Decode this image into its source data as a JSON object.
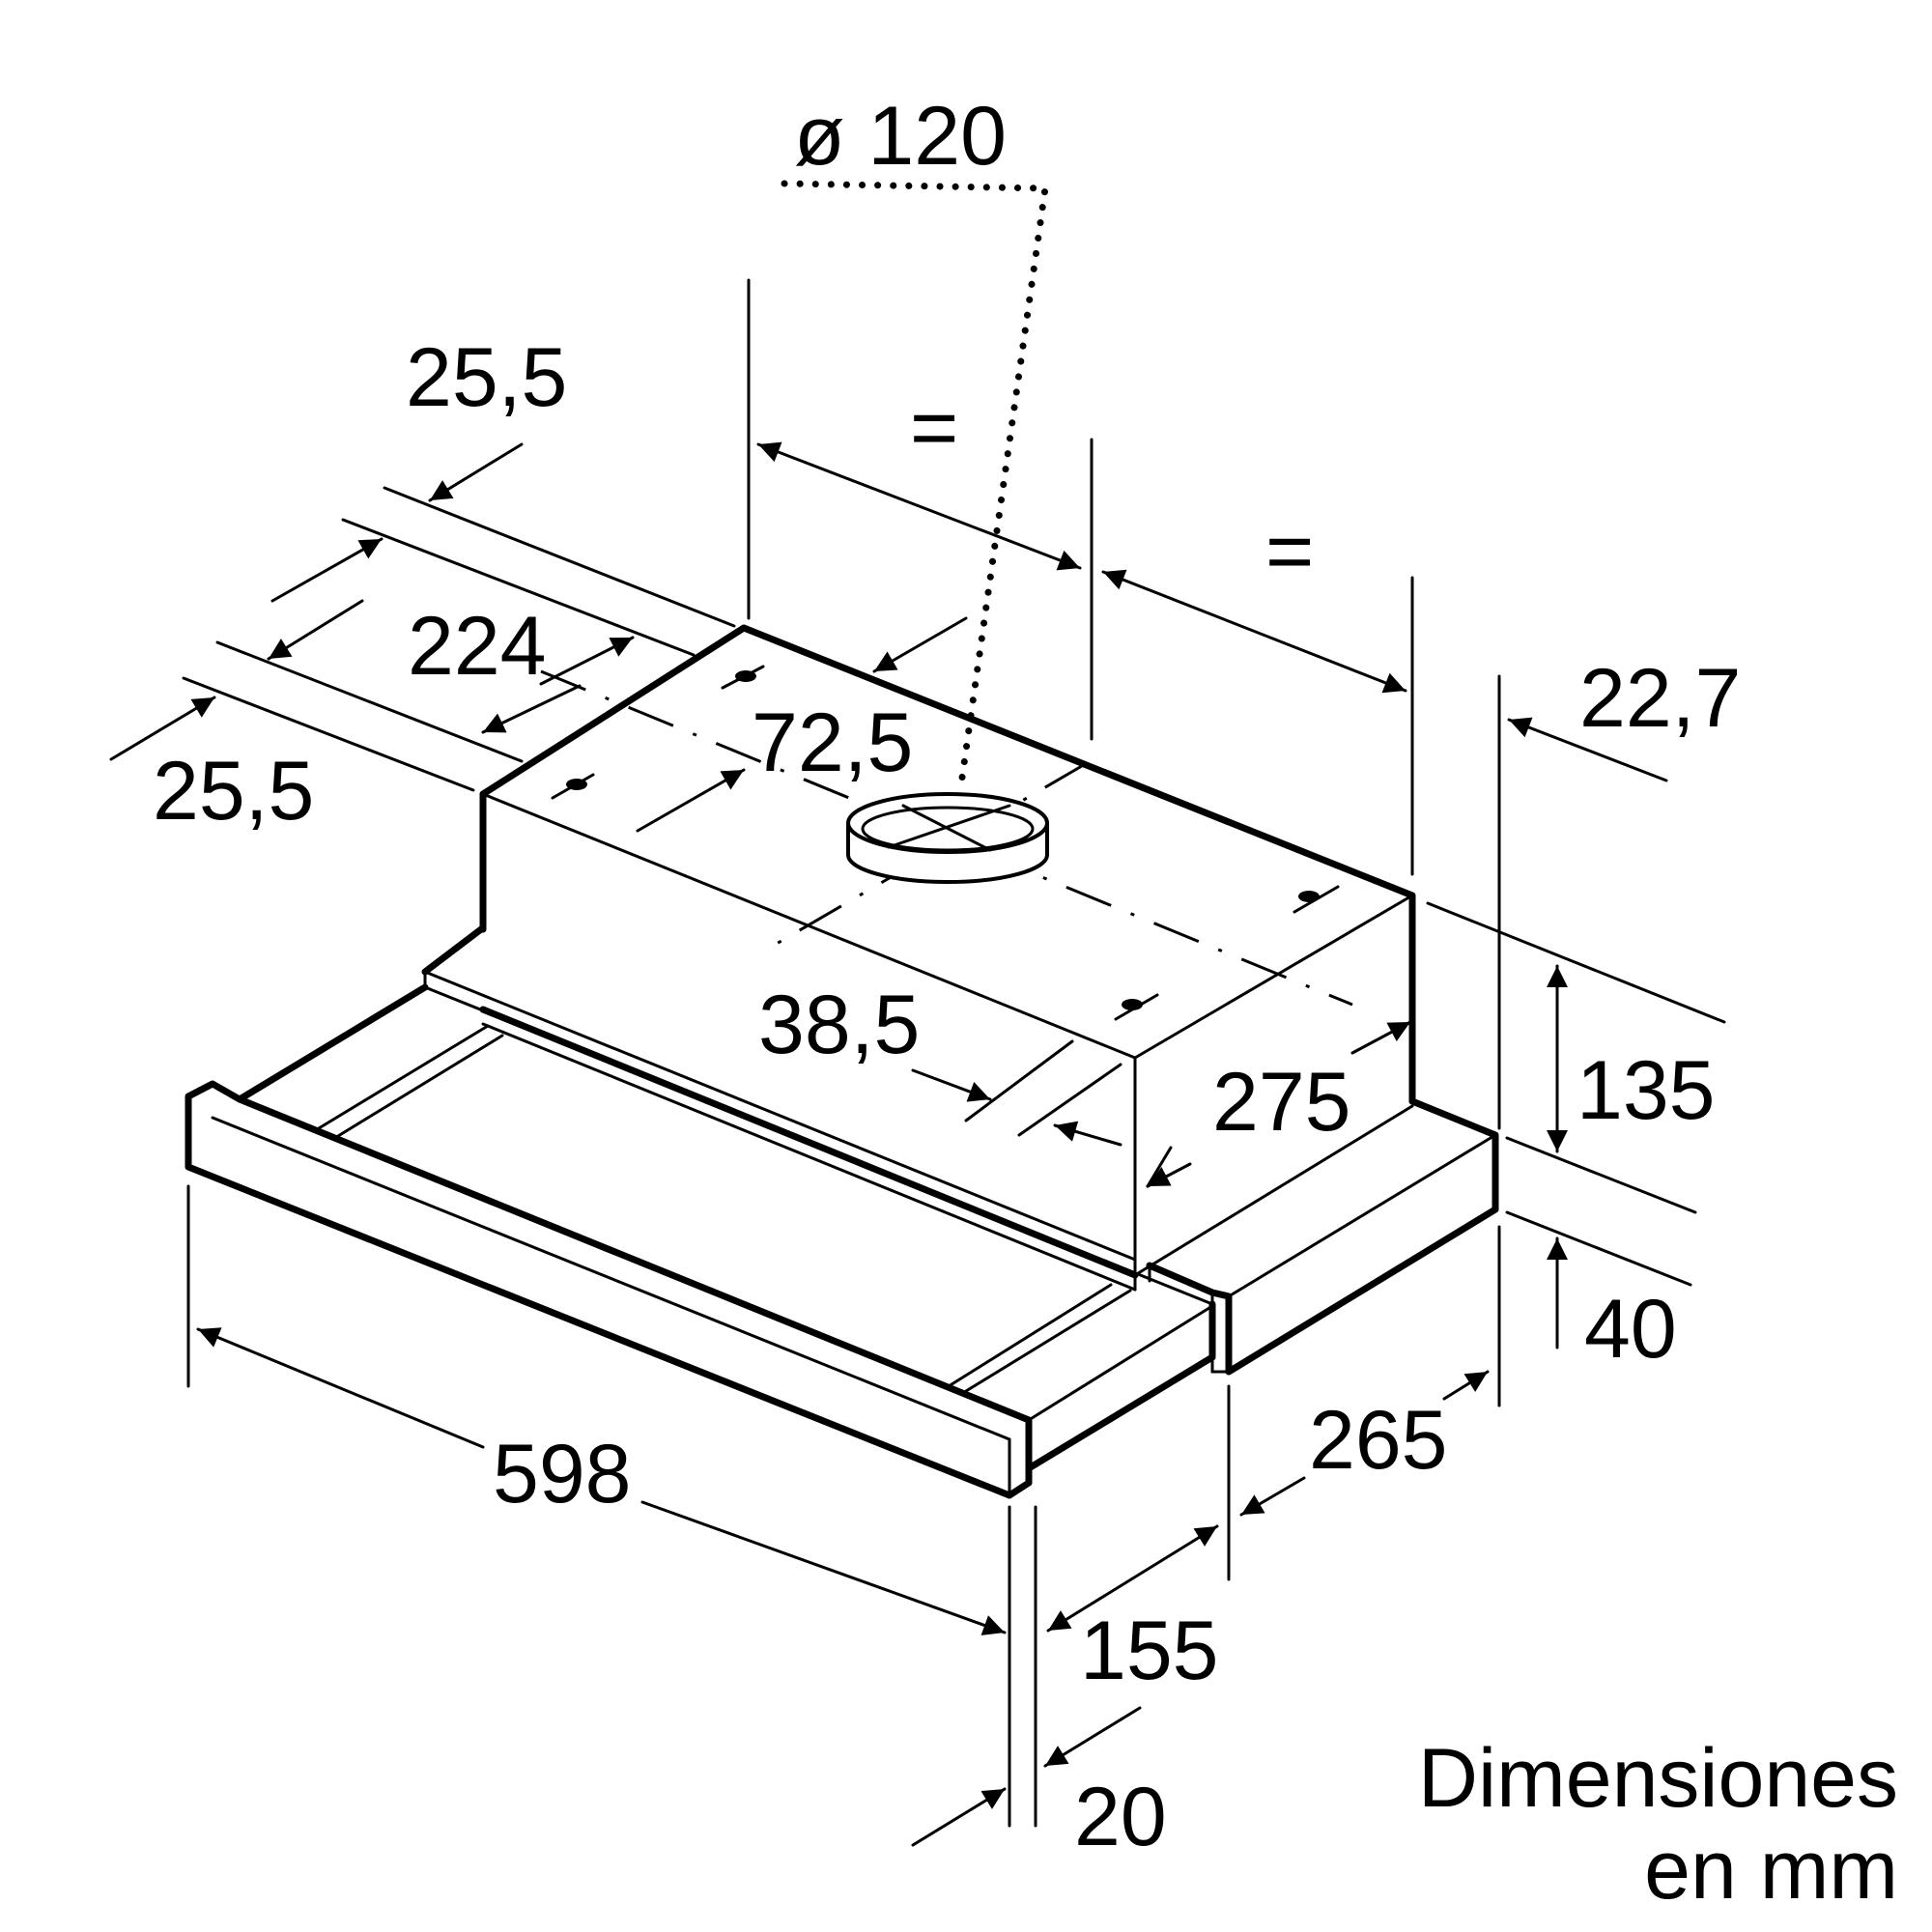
{
  "dimensions": {
    "duct_diameter": "ø 120",
    "depth_offset_back": "25,5",
    "depth_center": "224",
    "depth_offset_front": "25,5",
    "equal_left": "=",
    "equal_right": "=",
    "outlet_offset": "72,5",
    "side_offset": "22,7",
    "hole_offset": "38,5",
    "body_depth": "275",
    "body_height": "135",
    "front_height": "40",
    "total_width": "598",
    "total_depth": "265",
    "slide_depth": "155",
    "panel_thickness": "20"
  },
  "caption": {
    "line1": "Dimensiones",
    "line2": "en mm"
  }
}
